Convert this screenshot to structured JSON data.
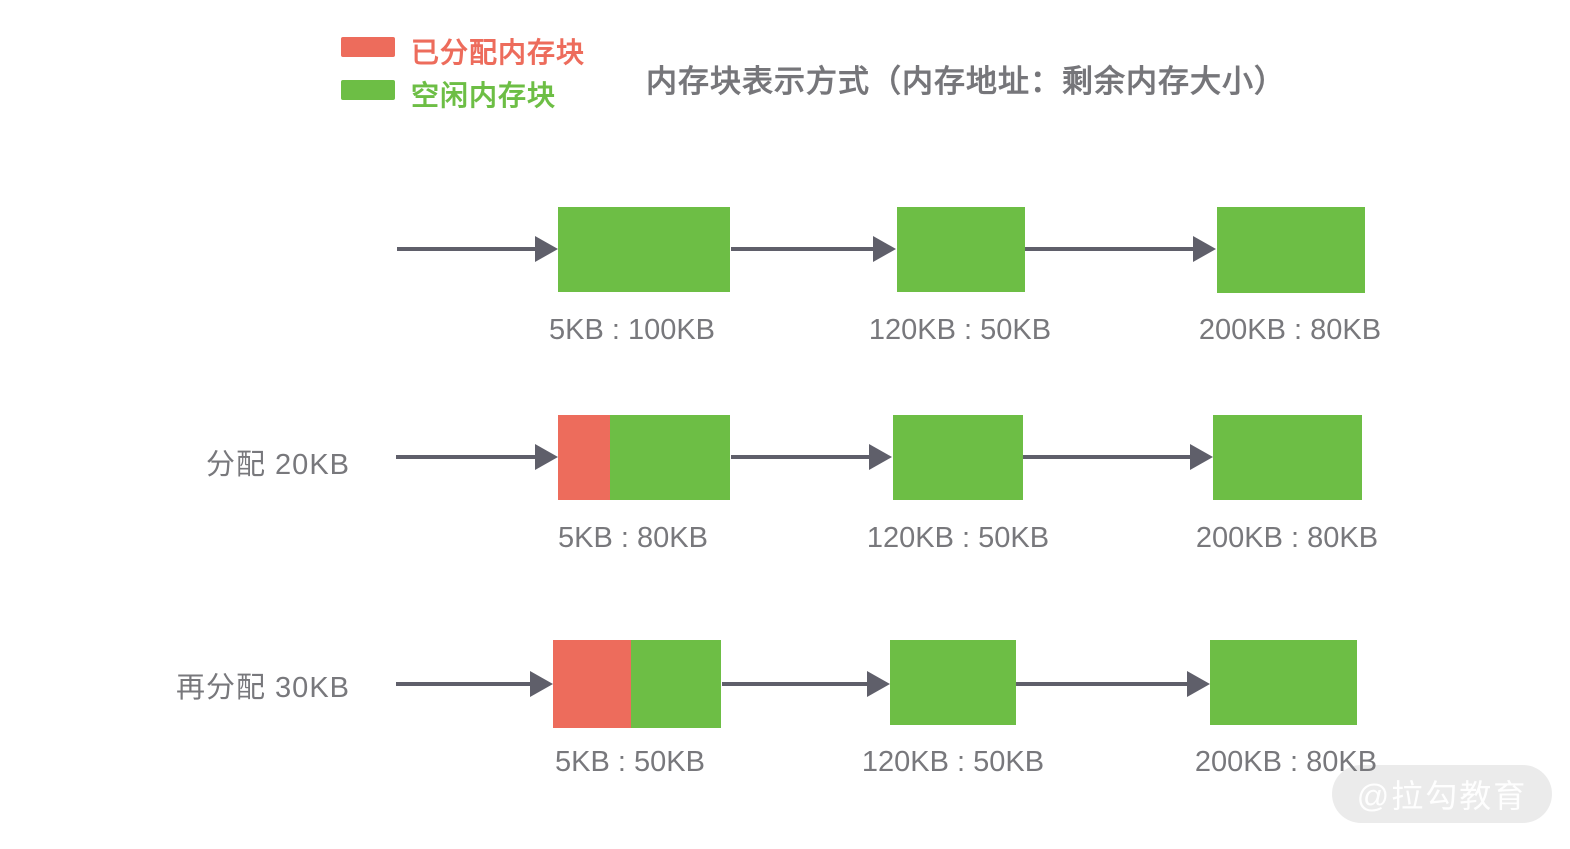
{
  "title": "内存块表示方式（内存地址：剩余内存大小）",
  "legend": {
    "allocated": {
      "label": "已分配内存块",
      "color": "#ED6C5C"
    },
    "free": {
      "label": "空闲内存块",
      "color": "#6DBE45"
    }
  },
  "colors": {
    "allocated_block": "#ED6C5C",
    "free_block": "#6DBE45",
    "arrow": "#5F5F6A",
    "label_text": "#78787C"
  },
  "rows": [
    {
      "action_label": "",
      "nodes": [
        {
          "label": "5KB : 100KB",
          "allocated_percent": 0
        },
        {
          "label": "120KB : 50KB",
          "allocated_percent": 0
        },
        {
          "label": "200KB : 80KB",
          "allocated_percent": 0
        }
      ]
    },
    {
      "action_label": "分配 20KB",
      "nodes": [
        {
          "label": "5KB : 80KB",
          "allocated_percent": 30
        },
        {
          "label": "120KB : 50KB",
          "allocated_percent": 0
        },
        {
          "label": "200KB : 80KB",
          "allocated_percent": 0
        }
      ]
    },
    {
      "action_label": "再分配 30KB",
      "nodes": [
        {
          "label": "5KB : 50KB",
          "allocated_percent": 46
        },
        {
          "label": "120KB : 50KB",
          "allocated_percent": 0
        },
        {
          "label": "200KB : 80KB",
          "allocated_percent": 0
        }
      ]
    }
  ],
  "watermark": "@拉勾教育"
}
